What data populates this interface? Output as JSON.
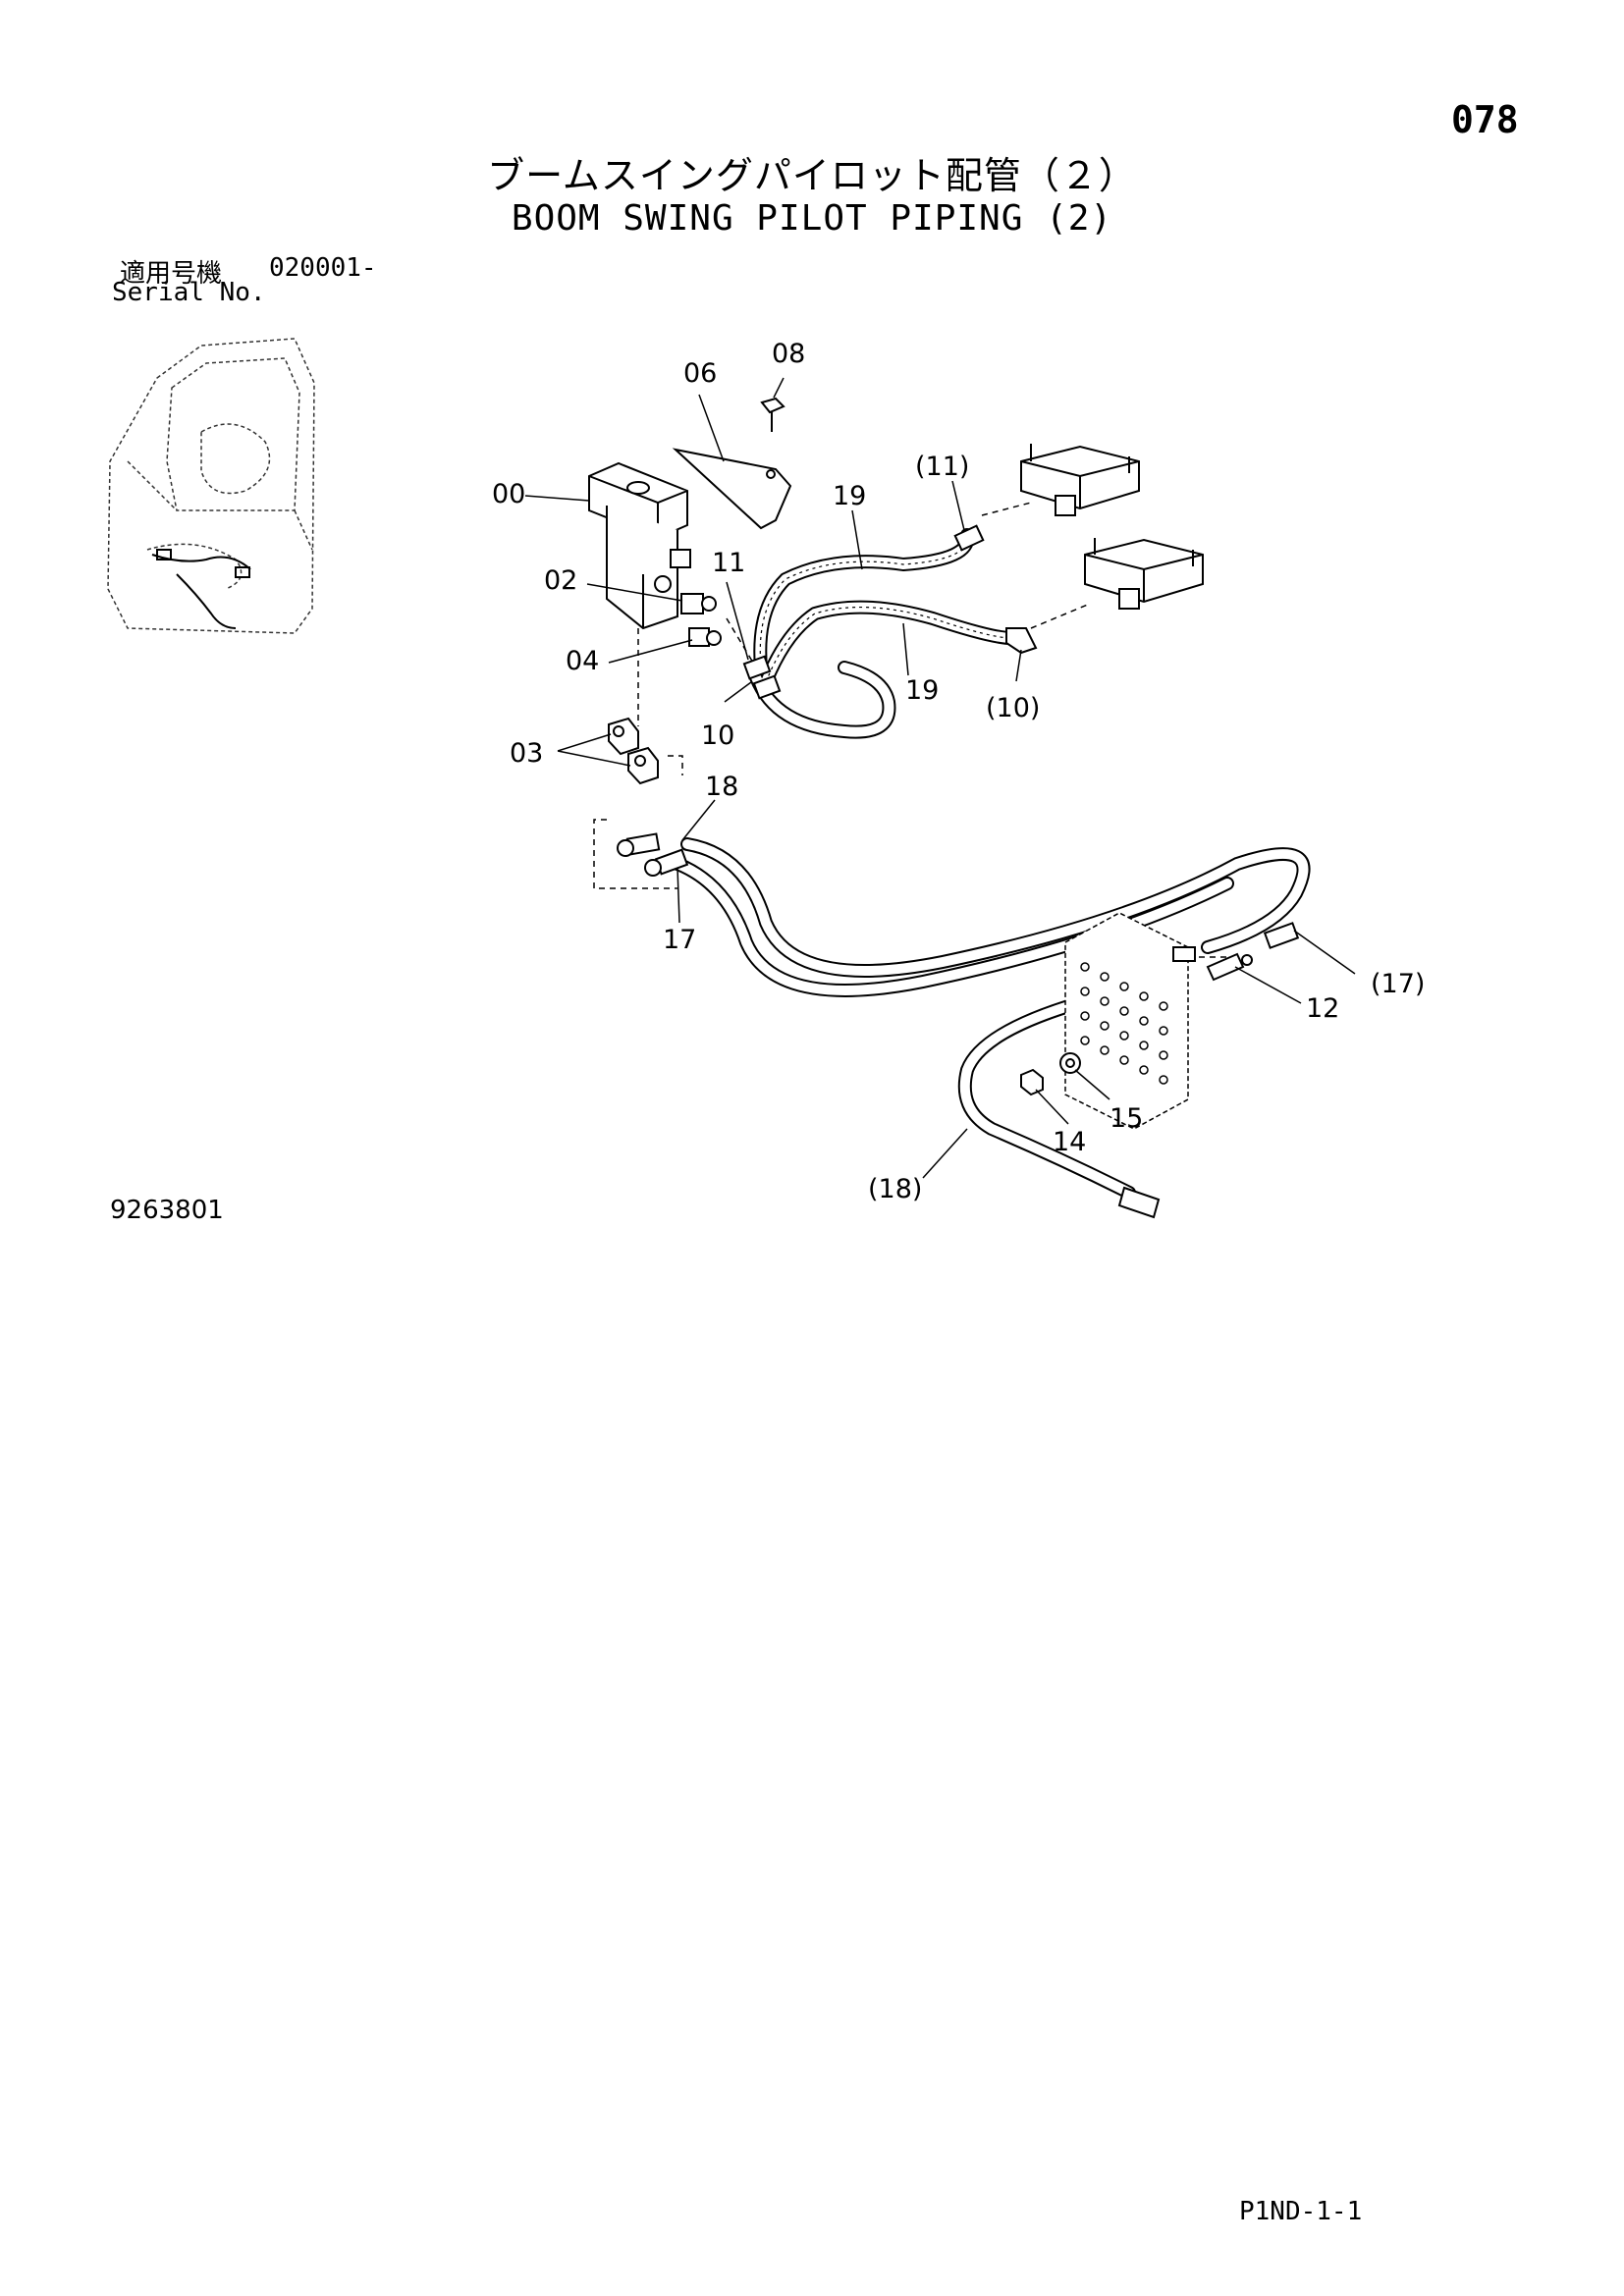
{
  "header": {
    "page_number": "078",
    "title_jp": "ブームスイングパイロット配管（２）",
    "title_en": "BOOM SWING PILOT PIPING (2)"
  },
  "serial": {
    "label_jp": "適用号機",
    "value": "020001-",
    "label_en": "Serial No."
  },
  "callouts": {
    "c00": "00",
    "c02": "02",
    "c03": "03",
    "c04": "04",
    "c06": "06",
    "c08": "08",
    "c10": "10",
    "c10p": "(10)",
    "c11": "11",
    "c11p": "(11)",
    "c12": "12",
    "c14": "14",
    "c15": "15",
    "c17": "17",
    "c17p": "(17)",
    "c18": "18",
    "c18p": "(18)",
    "c19a": "19",
    "c19b": "19"
  },
  "footer": {
    "drawing_number": "9263801",
    "page_ref": "P1ND-1-1"
  }
}
